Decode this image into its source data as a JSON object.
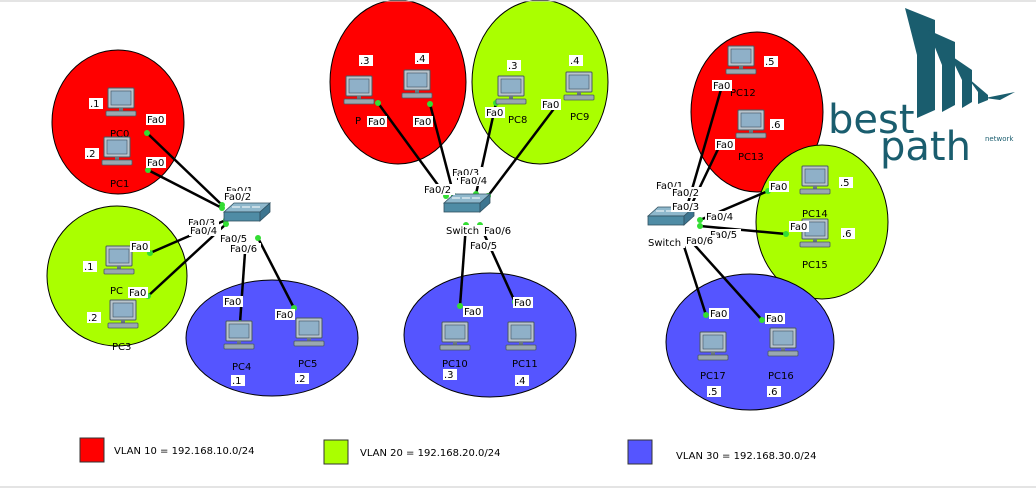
{
  "colors": {
    "vlan10": "#ff0000",
    "vlan20": "#aaff00",
    "vlan30": "#5555ff",
    "link": "#000000",
    "port_up": "#33dd33",
    "logo": "#1a5d6e"
  },
  "legend": [
    {
      "text": "VLAN 10 = 192.168.10.0/24",
      "color": "#ff0000"
    },
    {
      "text": "VLAN 20 = 192.168.20.0/24",
      "color": "#aaff00"
    },
    {
      "text": "VLAN 30 = 192.168.30.0/24",
      "color": "#5555ff"
    }
  ],
  "logo": {
    "line1": "best",
    "line2": "path",
    "tag": "network"
  },
  "switches": {
    "sw0": {
      "label": "",
      "ports": [
        "Fa0/1",
        "Fa0/2",
        "Fa0/3",
        "Fa0/4",
        "Fa0/5",
        "Fa0/6"
      ]
    },
    "sw1": {
      "label": "Switch",
      "ports": [
        "Fa0/1",
        "Fa0/2",
        "Fa0/3",
        "Fa0/4",
        "Fa0/5",
        "Fa0/6"
      ]
    },
    "sw2": {
      "label": "Switch",
      "ports": [
        "Fa0/1",
        "Fa0/2",
        "Fa0/3",
        "Fa0/4",
        "Fa0/5",
        "Fa0/6"
      ]
    }
  },
  "pcs": [
    {
      "name": "PC0",
      "ip": ".1",
      "port": "Fa0"
    },
    {
      "name": "PC1",
      "ip": ".2",
      "port": "Fa0"
    },
    {
      "name": "PC",
      "ip": ".1",
      "port": "Fa0"
    },
    {
      "name": "PC3",
      "ip": ".2",
      "port": "Fa0"
    },
    {
      "name": "PC4",
      "ip": ".1",
      "port": "Fa0"
    },
    {
      "name": "PC5",
      "ip": ".2",
      "port": "Fa0"
    },
    {
      "name": "P",
      "ip": ".3",
      "port": "Fa0"
    },
    {
      "name": "",
      "ip": ".4",
      "port": "Fa0"
    },
    {
      "name": "PC8",
      "ip": ".3",
      "port": "Fa0"
    },
    {
      "name": "PC9",
      "ip": ".4",
      "port": "Fa0"
    },
    {
      "name": "PC10",
      "ip": ".3",
      "port": "Fa0"
    },
    {
      "name": "PC11",
      "ip": ".4",
      "port": "Fa0"
    },
    {
      "name": "PC12",
      "ip": ".5",
      "port": "Fa0"
    },
    {
      "name": "PC13",
      "ip": ".6",
      "port": "Fa0"
    },
    {
      "name": "PC14",
      "ip": ".5",
      "port": "Fa0"
    },
    {
      "name": "PC15",
      "ip": ".6",
      "port": "Fa0"
    },
    {
      "name": "PC17",
      "ip": ".5",
      "port": "Fa0"
    },
    {
      "name": "PC16",
      "ip": ".6",
      "port": "Fa0"
    }
  ]
}
